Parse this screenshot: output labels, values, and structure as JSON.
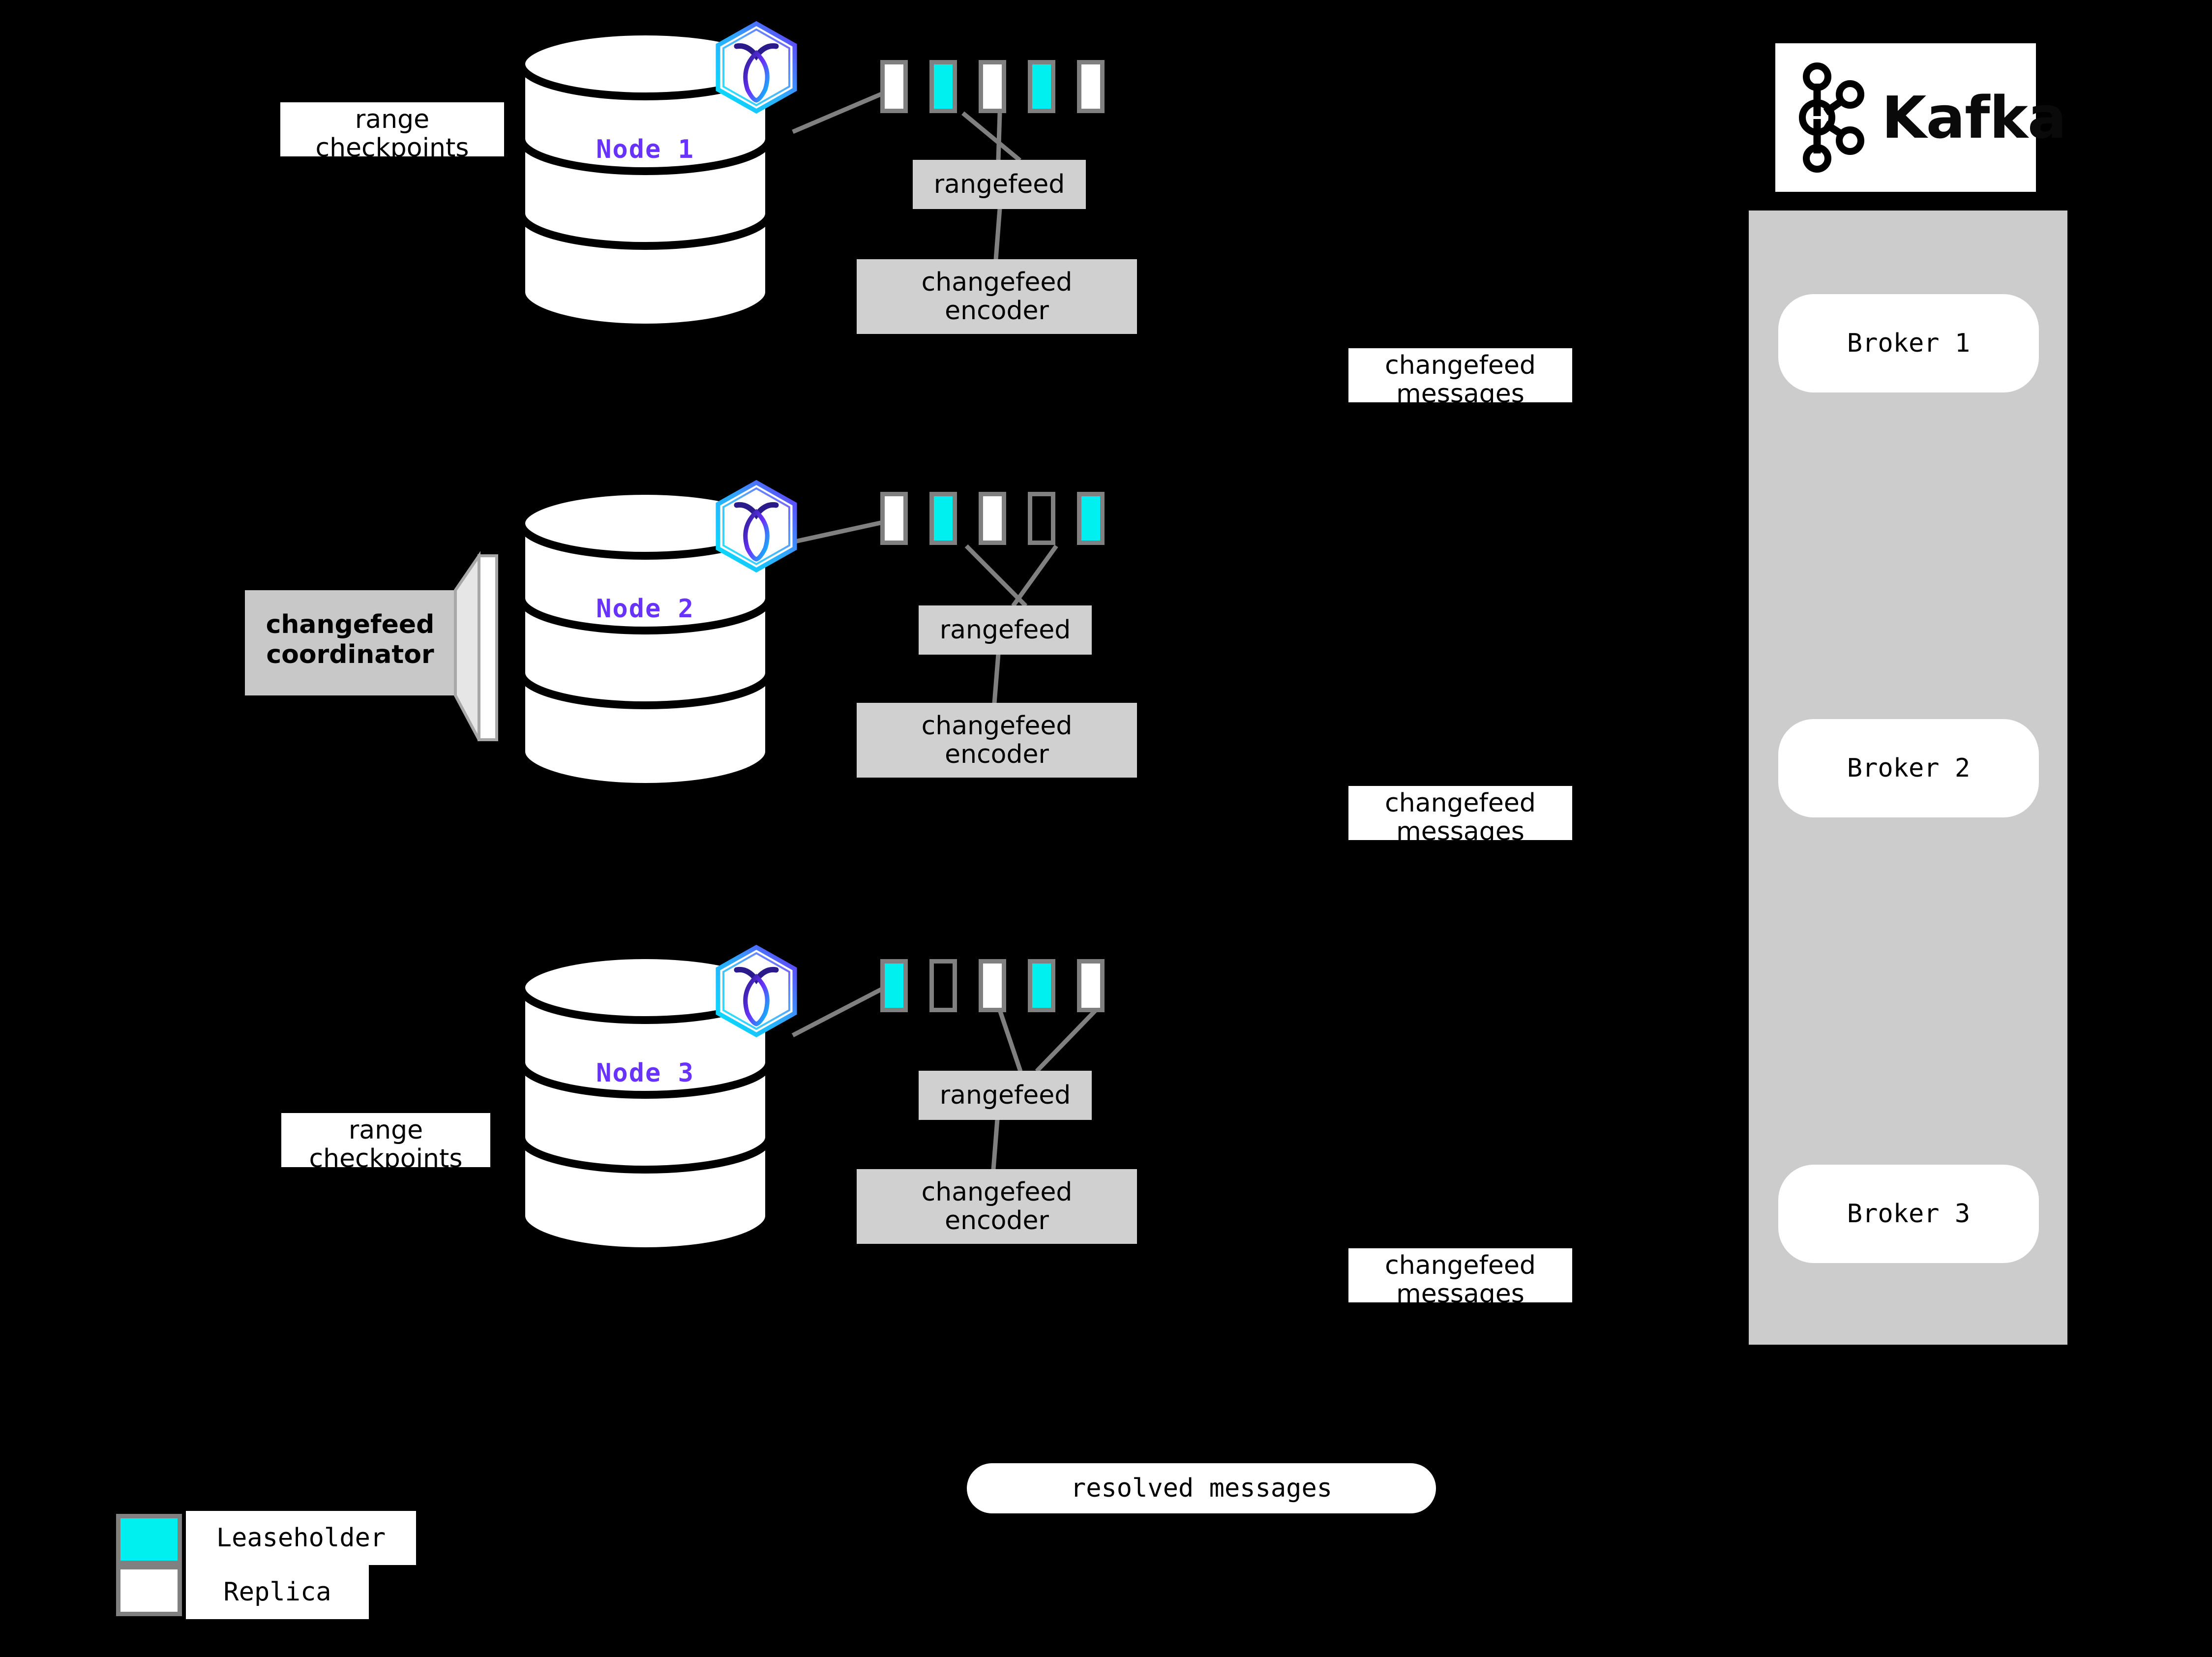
{
  "diagram": {
    "title": "CockroachDB changefeed to Kafka architecture",
    "colors": {
      "background": "#000000",
      "leaseholder": "#00efef",
      "replica": "#ffffff",
      "range_border": "#808080",
      "process_box": "#d0d0d0",
      "node_label": "#6933ff",
      "broker_panel": "#cccccc",
      "connector": "#808080"
    }
  },
  "nodes": [
    {
      "label": "Node 1",
      "logo": "cockroachdb-hexagon-icon",
      "ranges": [
        "replica",
        "leaseholder",
        "replica",
        "leaseholder",
        "replica"
      ],
      "rangefeed_label": "rangefeed",
      "encoder_label": "changefeed\nencoder"
    },
    {
      "label": "Node 2",
      "logo": "cockroachdb-hexagon-icon",
      "ranges": [
        "replica",
        "leaseholder",
        "replica",
        "empty",
        "leaseholder"
      ],
      "rangefeed_label": "rangefeed",
      "encoder_label": "changefeed\nencoder"
    },
    {
      "label": "Node 3",
      "logo": "cockroachdb-hexagon-icon",
      "ranges": [
        "leaseholder",
        "empty",
        "replica",
        "leaseholder",
        "replica"
      ],
      "rangefeed_label": "rangefeed",
      "encoder_label": "changefeed\nencoder"
    }
  ],
  "callouts": {
    "range_checkpoints_top": "range\ncheckpoints",
    "range_checkpoints_bottom": "range\ncheckpoints",
    "coordinator": "changefeed\ncoordinator"
  },
  "stream_labels": [
    "changefeed\nmessages",
    "changefeed\nmessages",
    "changefeed\nmessages"
  ],
  "resolved": {
    "label": "resolved messages"
  },
  "kafka": {
    "wordmark": "Kafka",
    "logo": "kafka-node-graph-icon",
    "brokers": [
      "Broker 1",
      "Broker 2",
      "Broker 3"
    ]
  },
  "legend": {
    "items": [
      {
        "swatch": "leaseholder",
        "label": "Leaseholder"
      },
      {
        "swatch": "replica",
        "label": "Replica"
      }
    ]
  }
}
